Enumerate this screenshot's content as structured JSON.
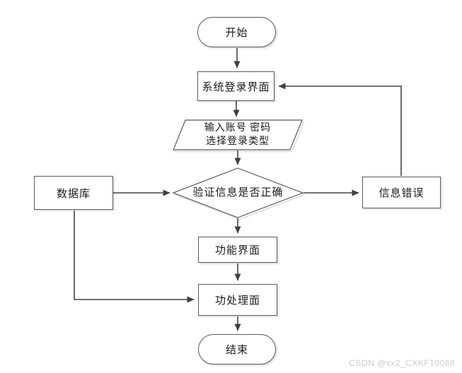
{
  "diagram": {
    "nodes": {
      "start": {
        "label": "开始",
        "shape": "terminator"
      },
      "login": {
        "label": "系统登录界面",
        "shape": "process"
      },
      "input": {
        "label_line1": "输入账号 密码",
        "label_line2": "选择登录类型",
        "shape": "data-parallelogram"
      },
      "verify": {
        "label": "验证信息是否正确",
        "shape": "decision"
      },
      "database": {
        "label": "数据库",
        "shape": "process"
      },
      "error": {
        "label": "信息错误",
        "shape": "process"
      },
      "function_ui": {
        "label": "功能界面",
        "shape": "process"
      },
      "process_ui": {
        "label": "功处理面",
        "shape": "process"
      },
      "end": {
        "label": "结束",
        "shape": "terminator"
      }
    },
    "edges": [
      {
        "from": "start",
        "to": "login"
      },
      {
        "from": "login",
        "to": "input"
      },
      {
        "from": "input",
        "to": "verify"
      },
      {
        "from": "database",
        "to": "verify"
      },
      {
        "from": "verify",
        "to": "error"
      },
      {
        "from": "error",
        "to": "login"
      },
      {
        "from": "verify",
        "to": "function_ui"
      },
      {
        "from": "function_ui",
        "to": "process_ui"
      },
      {
        "from": "database",
        "to": "process_ui"
      },
      {
        "from": "process_ui",
        "to": "end"
      }
    ]
  },
  "colors": {
    "background": "#ffffff",
    "shape_border": "#595959",
    "connector": "#454545",
    "text": "#1a1a1a",
    "shadow": "#d9d9d9",
    "watermark": "#c9cbd0"
  },
  "watermark": {
    "text": "CSDN @vx2_CXKF10088"
  }
}
